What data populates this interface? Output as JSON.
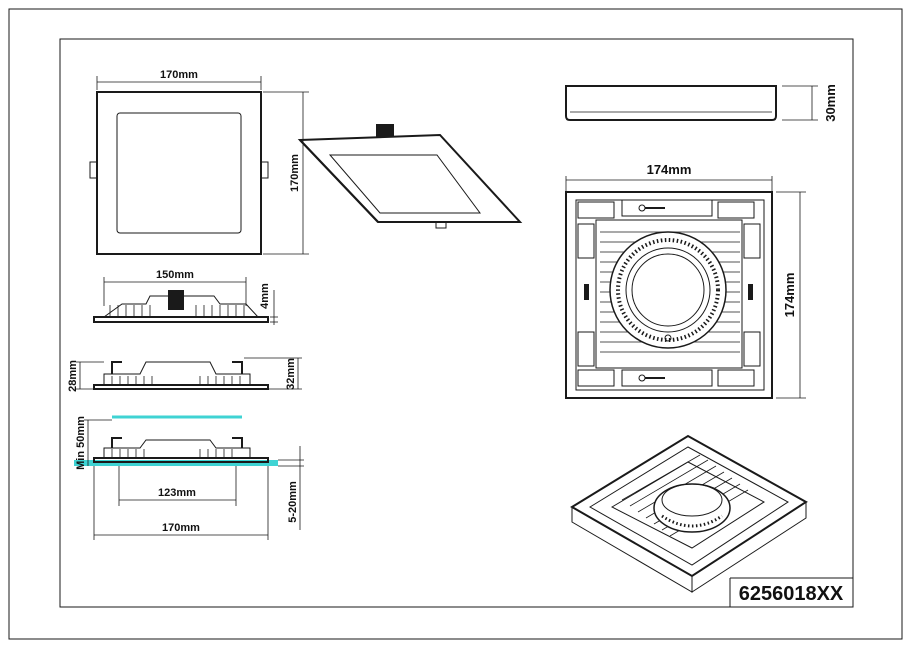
{
  "model_number": "6256018XX",
  "dimensions": {
    "front_width": "170mm",
    "front_height": "170mm",
    "side_width": "150mm",
    "side_height": "4mm",
    "side2_left": "28mm",
    "side2_right": "32mm",
    "install_height": "Min 50mm",
    "cutout_width": "123mm",
    "overall_width": "170mm",
    "ceiling_thickness": "5-20mm",
    "back_height": "30mm",
    "back_width": "174mm",
    "back_depth": "174mm"
  },
  "colors": {
    "ink": "#1a1a1a",
    "ceiling_line": "#3fd3d3"
  }
}
